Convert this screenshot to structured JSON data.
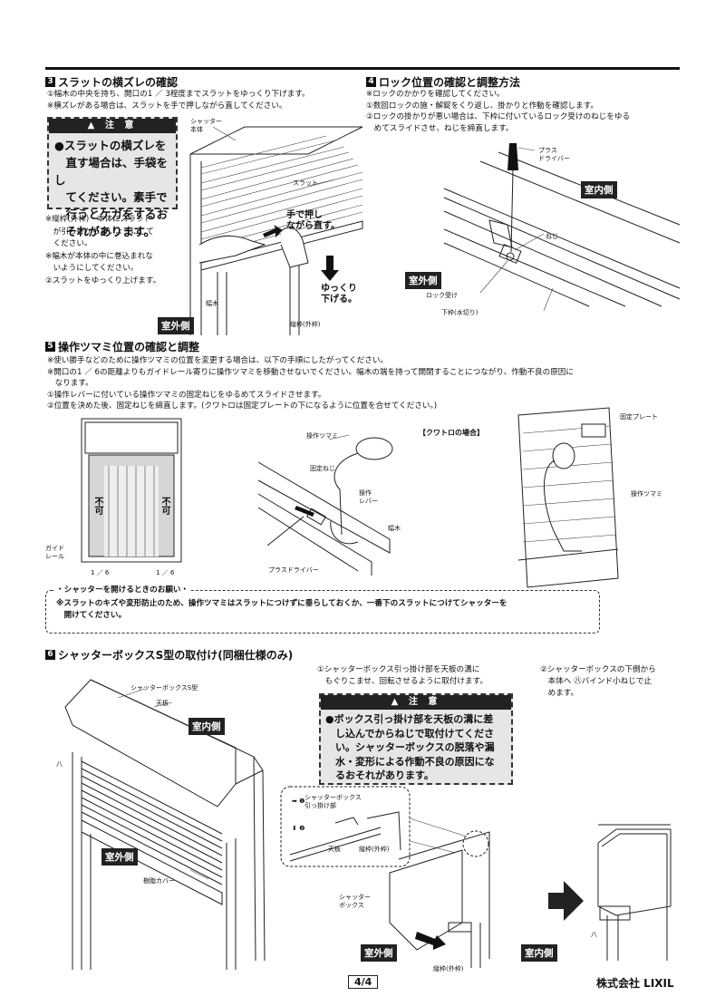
{
  "s3": {
    "title": "スラットの横ズレの確認",
    "num": "3",
    "line1": "①幅木の中央を持ち、開口の1 ／ 3程度までスラットをゆっくり下げます。",
    "line2": "※横ズレがある場合は、スラットを手で押しながら直してください。",
    "caution_head": "注 意",
    "caution_lines": [
      "●スラットの横ズレを",
      "　直す場合は、手袋をし",
      "　てください。素手で",
      "　行うとケガをするお",
      "　それがあります。"
    ],
    "notes": [
      "※縦枠(外枠)・本体にスラット",
      "　が引っ掛からないようにして",
      "　ください。",
      "※幅木が本体の中に巻込まれな",
      "　いようにしてください。",
      "②スラットをゆっくり上げます。"
    ],
    "labels": {
      "box": "シャッター\n本体",
      "slat": "スラット",
      "push": "手で押し\nながら直す。",
      "down": "ゆっくり\n下げる。",
      "habaki": "幅木",
      "frame": "縦枠(外枠)",
      "outside": "室外側"
    }
  },
  "s4": {
    "title": "ロック位置の確認と調整方法",
    "num": "4",
    "lines": [
      "※ロックのかかりを確認してください。",
      "①数回ロックの施・解錠をくり返し、掛かりと作動を確認します。",
      "②ロックの掛かりが悪い場合は、下枠に付いているロック受けのねじをゆる",
      "　めてスライドさせ、ねじを締直します。"
    ],
    "labels": {
      "driver": "プラス\nドライバー",
      "screw": "ねじ",
      "lockrecv": "ロック受け",
      "sill": "下枠(水切り)",
      "inside": "室内側",
      "outside": "室外側"
    }
  },
  "s5": {
    "title": "操作ツマミ位置の確認と調整",
    "num": "5",
    "lines": [
      "※使い勝手などのために操作ツマミの位置を変更する場合は、以下の手順にしたがってください。",
      "※開口の1 ／ 6の距離よりもガイドレール寄りに操作ツマミを移動させないでください。幅木の端を持って開閉することにつながり、作動不良の原因に",
      "　なります。",
      "①操作レバーに付いている操作ツマミの固定ねじをゆるめてスライドさせます。",
      "②位置を決めた後、固定ねじを締直します。(クワトロは固定プレートの下になるように位置を合せてください。)"
    ],
    "fuka": "不可",
    "labels": {
      "guide": "ガイド\nレール",
      "sixth": "1 ／ 6",
      "knob": "操作ツマミ",
      "fixscrew": "固定ねじ",
      "lever": "操作\nレバー",
      "habaki": "幅木",
      "driver": "プラスドライバー",
      "quattro": "【クワトロの場合】",
      "plate": "固定プレート",
      "knob2": "操作ツマミ"
    }
  },
  "request": {
    "title": "シャッターを開けるときのお願い",
    "lines": [
      "※スラットのキズや変形防止のため、操作ツマミはスラットにつけずに垂らしておくか、一番下のスラットにつけてシャッターを",
      "　開けてください。"
    ]
  },
  "s6": {
    "title": "シャッターボックスS型の取付け(同梱仕様のみ)",
    "num": "6",
    "step1": [
      "①シャッターボックス引っ掛け部を天板の溝に",
      "　もぐりこませ、回転させるように取付けます。"
    ],
    "step2": [
      "②シャッターボックスの下側から",
      "　本体へ ㊇バインド小ねじで止",
      "　めます。"
    ],
    "caution_head": "注 意",
    "caution_lines": [
      "●ボックス引っ掛け部を天板の溝に差",
      "　し込んでからねじで取付けてくださ",
      "　い。シャッターボックスの脱落や漏",
      "　水・変形による作動不良の原因にな",
      "　るおそれがあります。"
    ],
    "labels": {
      "boxS": "シャッターボックスS型",
      "top": "天板",
      "inside": "室内側",
      "outside": "室外側",
      "cover": "樹脂カバー",
      "hachi": "八",
      "hook": "シャッターボックス\n引っ掛け部",
      "top2": "天板",
      "frame": "縦枠(外枠)",
      "box": "シャッター\nボックス",
      "frame2": "縦枠(外枠)",
      "outside2": "室外側",
      "inside2": "室内側",
      "n1": "❶",
      "n2": "❷"
    }
  },
  "footer": {
    "page": "4/4",
    "company": "株式会社 LIXIL"
  }
}
